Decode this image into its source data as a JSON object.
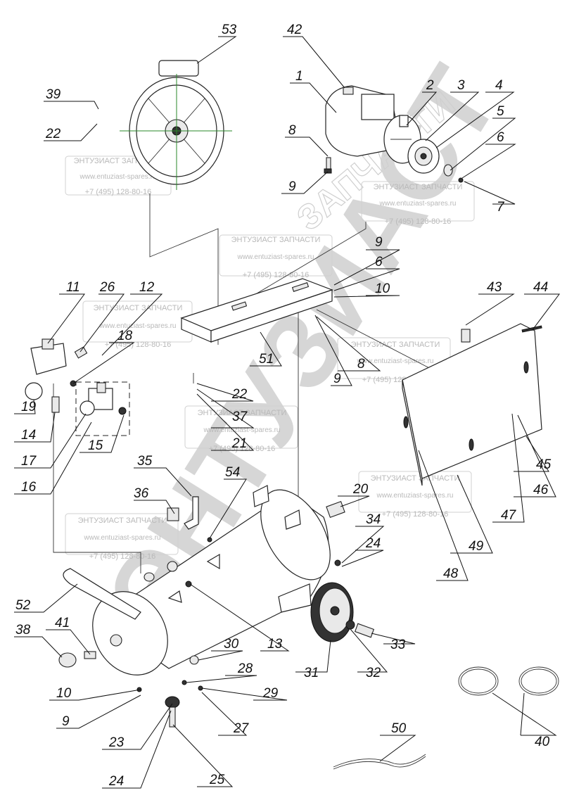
{
  "watermark": {
    "company": "ЭНТУЗИАСТ ЗАПЧАСТИ",
    "website": "www.entuziast-spares.ru",
    "phone": "+7 (495) 128-80-16",
    "big_brand": "ЭНТУЗИАСТ",
    "arc_text": "ЗАПЧАСТИ"
  },
  "callouts": [
    "53",
    "42",
    "1",
    "2",
    "3",
    "4",
    "5",
    "6",
    "7",
    "8",
    "9",
    "39",
    "22",
    "9",
    "6",
    "10",
    "11",
    "26",
    "12",
    "18",
    "19",
    "14",
    "17",
    "16",
    "15",
    "8",
    "9",
    "51",
    "22",
    "37",
    "21",
    "43",
    "44",
    "45",
    "46",
    "47",
    "48",
    "49",
    "35",
    "54",
    "36",
    "20",
    "34",
    "24",
    "52",
    "38",
    "41",
    "13",
    "30",
    "28",
    "29",
    "10",
    "9",
    "23",
    "27",
    "24",
    "25",
    "31",
    "32",
    "33",
    "40",
    "50"
  ]
}
